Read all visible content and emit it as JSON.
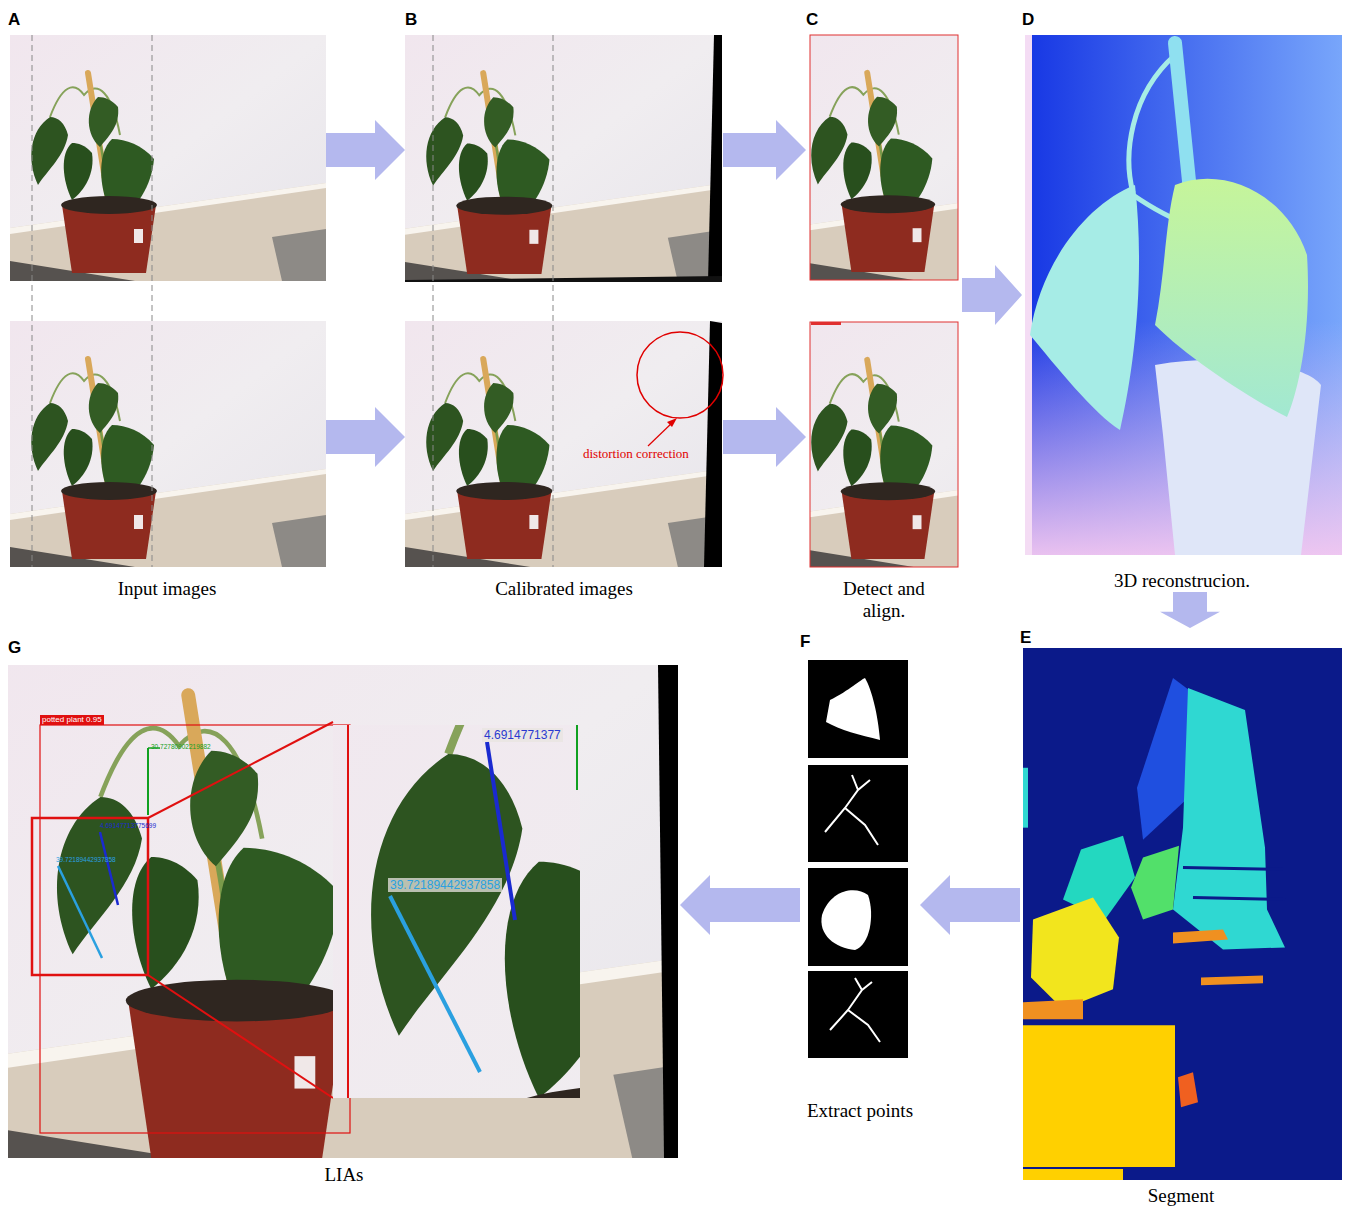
{
  "diagram": {
    "nodes": [
      {
        "text": [
          "A",
          "Input images"
        ]
      },
      {
        "text": [
          "B",
          "Calibrated images"
        ]
      },
      {
        "text": [
          "C",
          "Detect and align."
        ]
      },
      {
        "text": [
          "D",
          "3D reconstrucion."
        ]
      },
      {
        "text": [
          "E",
          "Segment"
        ]
      },
      {
        "text": [
          "F",
          "Extract points"
        ]
      },
      {
        "text": [
          "G",
          "LIAs"
        ]
      }
    ],
    "edges": [
      {
        "from": 0,
        "to": 1,
        "arrow": "to"
      },
      {
        "from": 0,
        "to": 1,
        "arrow": "to"
      },
      {
        "from": 1,
        "to": 2,
        "arrow": "to"
      },
      {
        "from": 1,
        "to": 2,
        "arrow": "to"
      },
      {
        "from": 2,
        "to": 3,
        "arrow": "to"
      },
      {
        "from": 3,
        "to": 4,
        "arrow": "to"
      },
      {
        "from": 4,
        "to": 5,
        "arrow": "to"
      },
      {
        "from": 5,
        "to": 6,
        "arrow": "to"
      }
    ],
    "labels": [
      "distortion correction",
      "potted plant 0.95",
      "30.72780902219882",
      "4.69147713775699",
      "39.72189442937858",
      "4.6914771377",
      "39.72189442937858"
    ]
  }
}
